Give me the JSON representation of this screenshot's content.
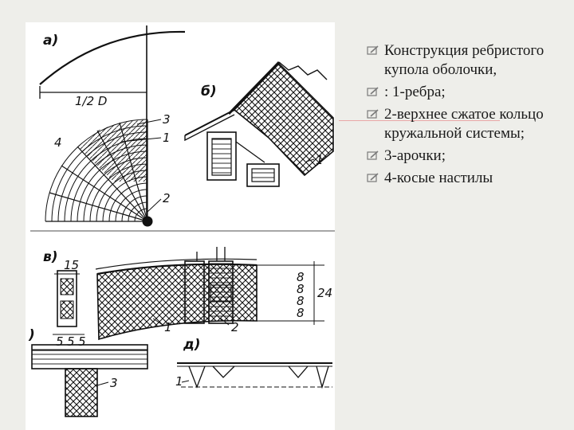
{
  "diagram": {
    "panels": [
      {
        "id": "a",
        "title": "а)",
        "dimension": "1/2 D",
        "callouts": [
          "3",
          "1",
          "4",
          "2"
        ]
      },
      {
        "id": "b",
        "title": "б)",
        "callouts": [
          "1"
        ]
      },
      {
        "id": "v",
        "title": "в)",
        "dimension_top": "15",
        "dimension_bottom": [
          "5",
          "5",
          "5"
        ],
        "dimension_side": "24",
        "callouts": [
          "1",
          "2"
        ]
      },
      {
        "id": "g",
        "title": ")",
        "callouts": [
          "3"
        ]
      },
      {
        "id": "d",
        "title": "д)",
        "callouts": [
          "1"
        ]
      }
    ]
  },
  "text": {
    "items": [
      "Конструкция ребристого купола оболочки,",
      ": 1-ребра;",
      "2-верхнее сжатое кольцо кружальной системы;",
      "3-арочки;",
      "4-косые настилы"
    ]
  },
  "colors": {
    "background": "#eeeeea",
    "panel": "#ffffff",
    "bullet_icon": "#7a7a7a",
    "rule": "#e9a8a8",
    "ink": "#111111"
  },
  "icons": {
    "bullet": "pencil-paper-icon"
  }
}
